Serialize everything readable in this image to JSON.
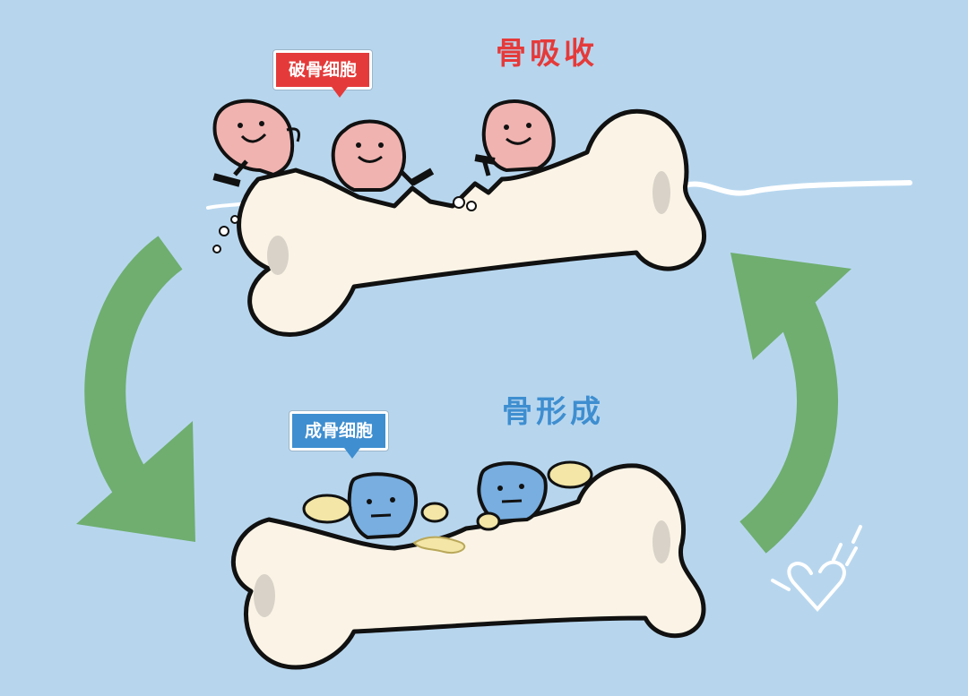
{
  "titles": {
    "resorption": "骨吸收",
    "formation": "骨形成"
  },
  "tags": {
    "osteoclast": "破骨细胞",
    "osteoblast": "成骨细胞"
  },
  "colors": {
    "background": "#b7d6ee",
    "resorption_red": "#e53a3a",
    "formation_blue": "#3e8ed0",
    "arrow_green": "#6fae6f",
    "bone_fill": "#fbf4e6",
    "osteoclast_pink": "#f0b3b0",
    "osteoblast_blue": "#78aee0"
  },
  "icons": [
    "bone-icon",
    "osteoclast-cell-icon",
    "osteoblast-cell-icon",
    "hammer-icon",
    "cycle-arrow-icon",
    "heart-icon"
  ]
}
